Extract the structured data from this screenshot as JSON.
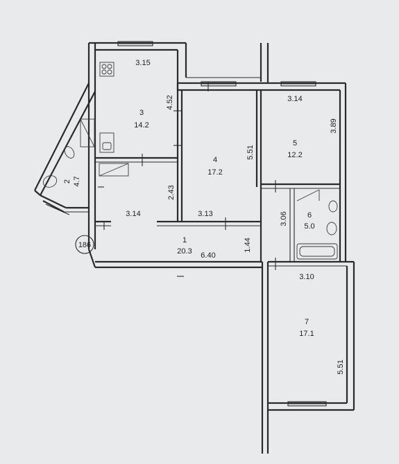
{
  "rooms": [
    {
      "number": "1",
      "area": "20.3"
    },
    {
      "number": "2",
      "area": "4.7"
    },
    {
      "number": "3",
      "area": "14.2"
    },
    {
      "number": "4",
      "area": "17.2"
    },
    {
      "number": "5",
      "area": "12.2"
    },
    {
      "number": "6",
      "area": "5.0"
    },
    {
      "number": "7",
      "area": "17.1"
    }
  ],
  "dimensions": {
    "kitchen_width": "3.15",
    "kitchen_length": "4.52",
    "room4_length": "5.51",
    "room5_width": "3.14",
    "room5_length": "3.89",
    "lower_left_width": "3.14",
    "lower_left_height": "2.43",
    "room4_bottom": "3.13",
    "bath_height": "3.06",
    "hall_length": "6.40",
    "hall_width": "1.44",
    "room7_width": "3.10",
    "room7_length": "5.51"
  },
  "marker": "186"
}
